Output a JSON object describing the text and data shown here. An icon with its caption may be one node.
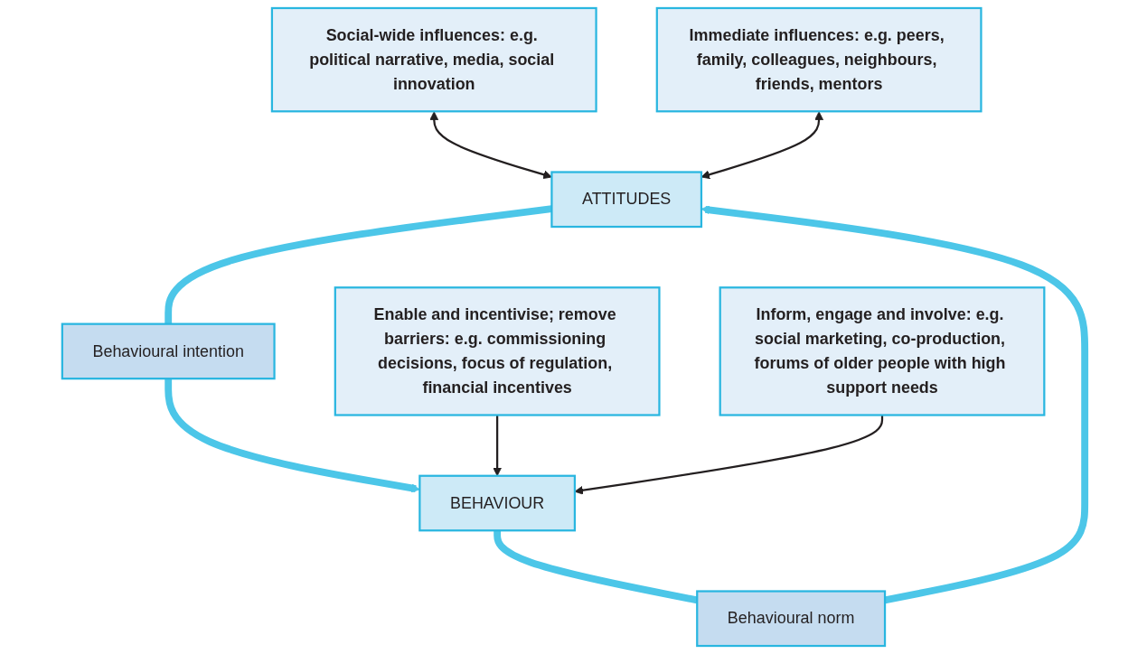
{
  "diagram": {
    "nodes": [
      {
        "text": [
          "Social-wide influences: e.g. political narrative, media, social innovation"
        ]
      },
      {
        "text": [
          "Enable and incentivise; remove barriers: e.g. commissioning decisions, focus of regulation, financial incentives"
        ]
      },
      {
        "text": [
          "Behavioural norm"
        ]
      },
      {
        "text": [
          "ATTITUDES"
        ]
      },
      {
        "text": [
          "BEHAVIOUR"
        ]
      },
      {
        "text": [
          "Behavioural intention"
        ]
      },
      {
        "text": [
          "Immediate influences: e.g. peers, family, colleagues, neighbours, friends, mentors"
        ]
      },
      {
        "text": [
          "Inform, engage and involve: e.g. social marketing, co-production, forums of older people with high support needs"
        ]
      }
    ],
    "edges": [
      {
        "from": 4,
        "to": 2,
        "arrow": "none",
        "style": "thick",
        "color": "#4cc6e8"
      },
      {
        "from": 2,
        "to": 3,
        "arrow": "to",
        "style": "thick",
        "color": "#4cc6e8"
      },
      {
        "from": 3,
        "to": 5,
        "arrow": "none",
        "style": "thick",
        "color": "#4cc6e8"
      },
      {
        "from": 5,
        "to": 4,
        "arrow": "to",
        "style": "thick",
        "color": "#4cc6e8"
      },
      {
        "from": 0,
        "to": 3,
        "arrow": "both",
        "color": "#231f20"
      },
      {
        "from": 6,
        "to": 3,
        "arrow": "both",
        "color": "#231f20"
      },
      {
        "from": 1,
        "to": 4,
        "arrow": "to",
        "color": "#231f20"
      },
      {
        "from": 7,
        "to": 4,
        "arrow": "to",
        "color": "#231f20"
      }
    ]
  }
}
